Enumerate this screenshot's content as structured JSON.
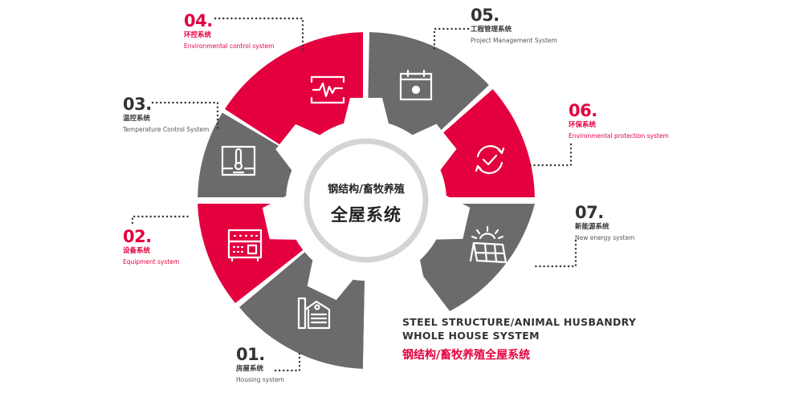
{
  "colors": {
    "accent_red": "#e4003f",
    "segment_gray": "#6b6b6e",
    "ring_gray": "#d4d4d4",
    "text_dark": "#333333"
  },
  "center": {
    "subtitle": "钢结构/畜牧养殖",
    "title": "全屋系统"
  },
  "systems": [
    {
      "number": "01.",
      "cn": "房屋系统",
      "en": "Housing system",
      "color": "gray",
      "icon": "warehouse-icon"
    },
    {
      "number": "02.",
      "cn": "设备系统",
      "en": "Equipment system",
      "color": "red",
      "icon": "equipment-rack-icon"
    },
    {
      "number": "03.",
      "cn": "温控系统",
      "en": "Temperature Control System",
      "color": "gray",
      "icon": "thermometer-icon"
    },
    {
      "number": "04.",
      "cn": "环控系统",
      "en": "Environmental control system",
      "color": "red",
      "icon": "waveform-monitor-icon"
    },
    {
      "number": "05.",
      "cn": "工程管理系统",
      "en": "Project Management System",
      "color": "gray",
      "icon": "calendar-gear-icon"
    },
    {
      "number": "06.",
      "cn": "环保系统",
      "en": "Environmental protection system",
      "color": "red",
      "icon": "cycle-check-icon"
    },
    {
      "number": "07.",
      "cn": "新能源系统",
      "en": "New energy system",
      "color": "gray",
      "icon": "solar-panel-icon"
    }
  ],
  "title_block": {
    "en_line1": "STEEL STRUCTURE/ANIMAL HUSBANDRY",
    "en_line2": "WHOLE HOUSE SYSTEM",
    "cn": "钢结构/畜牧养殖全屋系统"
  }
}
